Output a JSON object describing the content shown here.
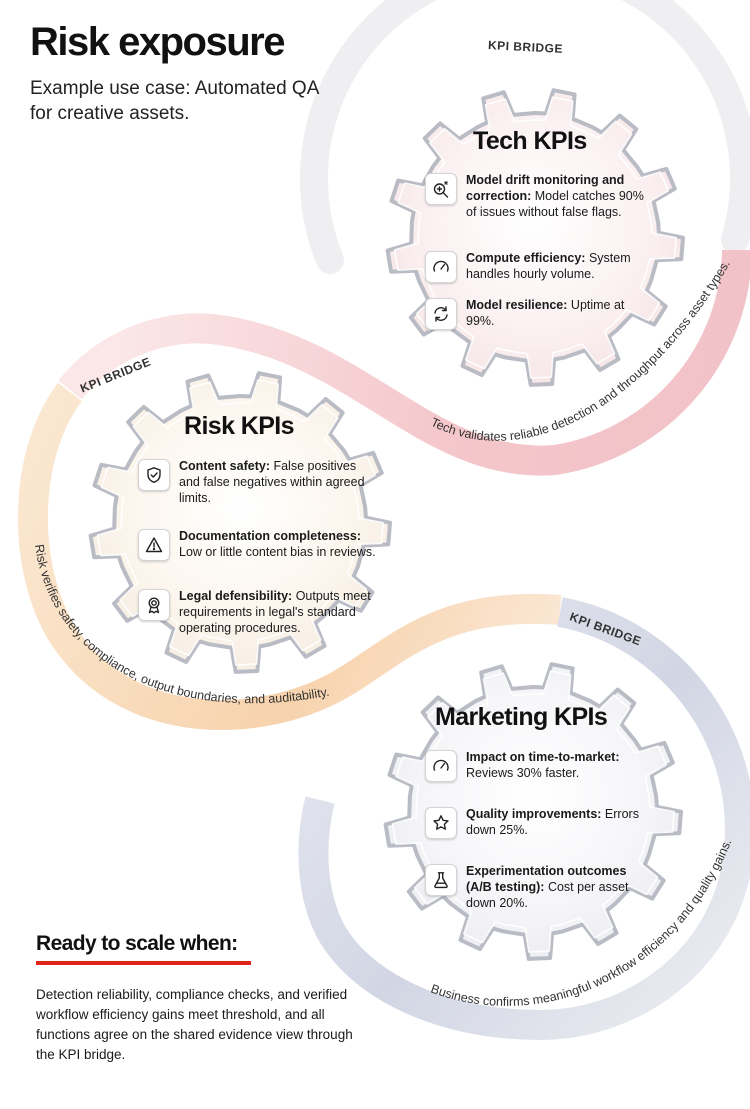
{
  "page": {
    "title": "Risk exposure",
    "subtitle": "Example use case: Automated QA for creative assets."
  },
  "bridge_label": "KPI BRIDGE",
  "gears": {
    "tech": {
      "title": "Tech KPIs",
      "items": [
        {
          "icon": "drift-wand-icon",
          "bold": "Model drift monitoring and correction:",
          "text": " Model catches 90% of issues without false flags."
        },
        {
          "icon": "gauge-icon",
          "bold": "Compute efficiency:",
          "text": " System handles hourly volume."
        },
        {
          "icon": "refresh-icon",
          "bold": "Model resilience:",
          "text": " Uptime at 99%."
        }
      ]
    },
    "risk": {
      "title": "Risk KPIs",
      "items": [
        {
          "icon": "shield-check-icon",
          "bold": "Content safety:",
          "text": " False positives and false negatives within agreed limits."
        },
        {
          "icon": "warning-icon",
          "bold": "Documentation completeness:",
          "text": " Low or little content bias in reviews."
        },
        {
          "icon": "award-ribbon-icon",
          "bold": "Legal defensibility:",
          "text": " Outputs meet requirements in legal's standard operating procedures."
        }
      ]
    },
    "marketing": {
      "title": "Marketing KPIs",
      "items": [
        {
          "icon": "gauge-icon",
          "bold": "Impact on time-to-market:",
          "text": " Reviews 30% faster."
        },
        {
          "icon": "star-icon",
          "bold": "Quality improvements:",
          "text": " Errors down 25%."
        },
        {
          "icon": "flask-icon",
          "bold": "Experimentation outcomes (A/B testing):",
          "text": " Cost per asset down 20%."
        }
      ]
    }
  },
  "connectors": {
    "tech": "Tech validates reliable detection and throughput across asset types.",
    "risk": "Risk verifies safety, compliance, output boundaries, and auditability.",
    "business": "Business confirms meaningful workflow efficiency and quality gains."
  },
  "ready": {
    "heading": "Ready to scale when:",
    "text": "Detection reliability, compliance checks, and verified workflow efficiency gains meet threshold, and all functions agree on the shared evidence view through the KPI bridge."
  },
  "colors": {
    "tech_band": "#f3c4c8",
    "risk_band": "#f8d8b4",
    "business_band": "#d6d9e6",
    "grey_band": "#ececef",
    "accent_red": "#e0231b"
  }
}
